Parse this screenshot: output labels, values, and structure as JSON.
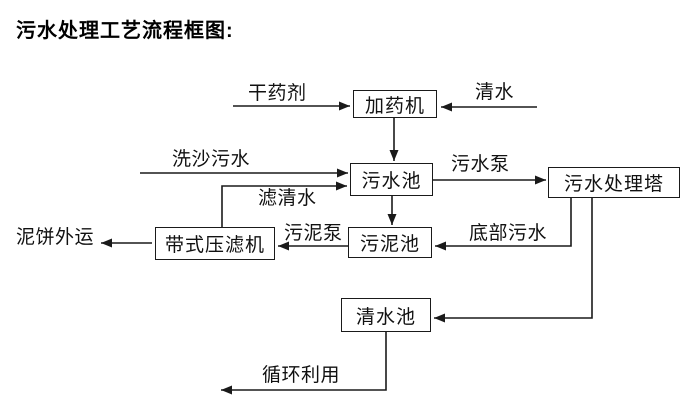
{
  "title": "污水处理工艺流程框图:",
  "diagram": {
    "nodes": {
      "dosing_machine": "加药机",
      "sewage_pool": "污水池",
      "treatment_tower": "污水处理塔",
      "sludge_pool": "污泥池",
      "belt_filter_press": "带式压滤机",
      "clear_water_pool": "清水池"
    },
    "labels": {
      "dry_agent": "干药剂",
      "clear_water": "清水",
      "sand_washing_sewage": "洗沙污水",
      "sewage_pump": "污水泵",
      "filtered_water": "滤清水",
      "sludge_pump": "污泥泵",
      "bottom_sewage": "底部污水",
      "mud_cake_out": "泥饼外运",
      "recycle": "循环利用"
    },
    "colors": {
      "line": "#1a1a1a",
      "text": "#000000",
      "background": "#ffffff"
    }
  }
}
